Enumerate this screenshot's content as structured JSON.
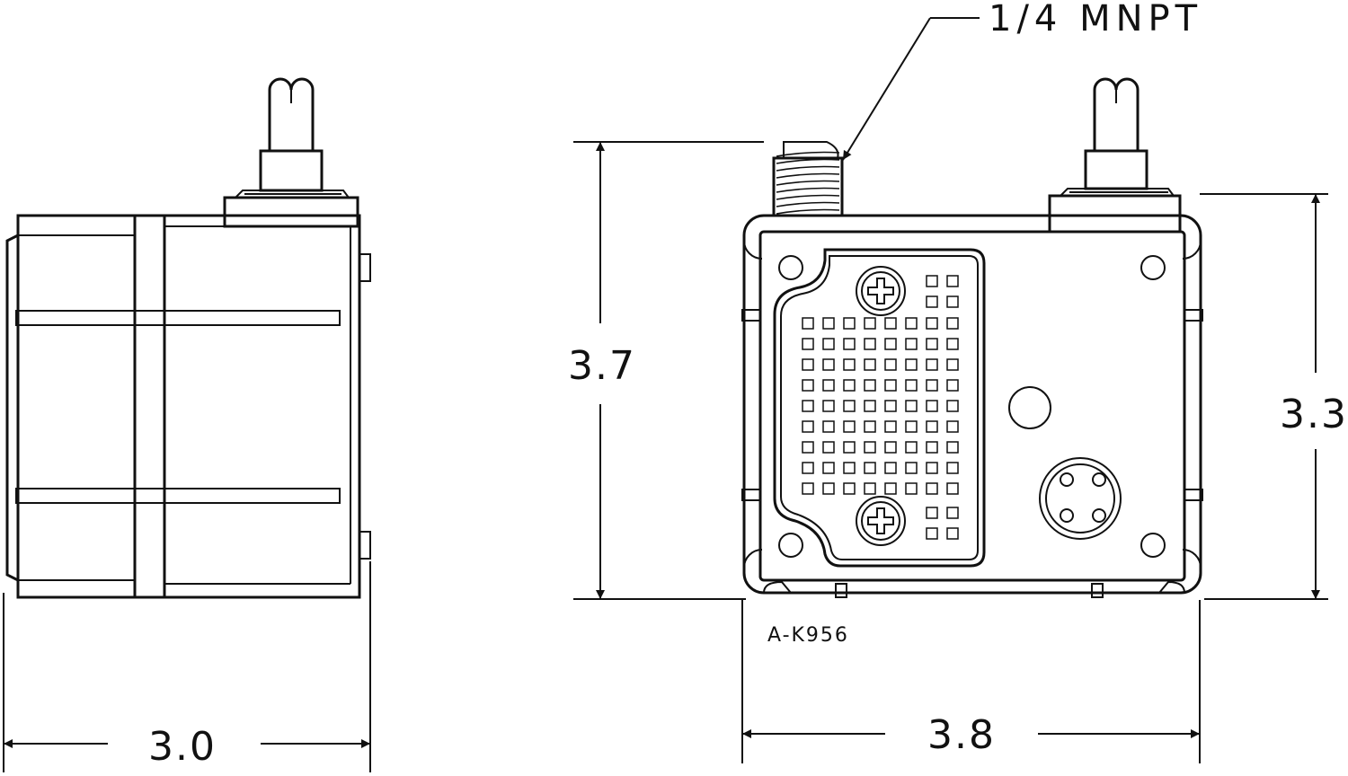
{
  "callout": {
    "thread": "1/4 MNPT"
  },
  "part_number": "A-K956",
  "dimensions": {
    "side_width": "3.0",
    "front_height": "3.7",
    "front_body_height": "3.3",
    "front_width": "3.8"
  },
  "colors": {
    "line": "#111111",
    "background": "#ffffff"
  }
}
